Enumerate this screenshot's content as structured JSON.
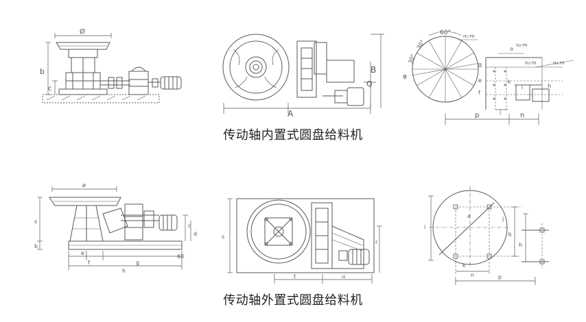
{
  "captions": {
    "top": "传动轴内置式圆盘给料机",
    "bottom": "传动轴外置式圆盘给料机"
  },
  "labels": {
    "a1": {
      "phi": "Ø",
      "b": "b",
      "c": "c"
    },
    "a2": {
      "A": "A",
      "B": "B",
      "Q": "Q"
    },
    "a3": {
      "a60": "60°",
      "a30a": "30°",
      "a30b": "30°",
      "phi": "φ",
      "n1m": "n₁-m",
      "o": "o",
      "n2m": "n₂-m",
      "n3m": "n₃-m",
      "n4m": "n₄-m",
      "d": "d",
      "e": "e",
      "f": "f",
      "k": "k",
      "i": "i",
      "p": "p",
      "j": "j",
      "n": "n",
      "h": "h"
    },
    "b1": {
      "phi": "ø",
      "s": "s",
      "b": "b",
      "e": "e",
      "f": "f",
      "g": "g",
      "h": "h",
      "d": "d",
      "c": "c",
      "n60": "60"
    },
    "b2": {
      "s": "s",
      "r": "r",
      "t": "t",
      "u": "u"
    },
    "b3": {
      "a": "a",
      "i": "i",
      "j": "j",
      "q": "q",
      "h": "h",
      "k": "k",
      "n": "n",
      "p": "p"
    }
  },
  "colors": {
    "ink": "#555555",
    "caption": "#222222"
  }
}
